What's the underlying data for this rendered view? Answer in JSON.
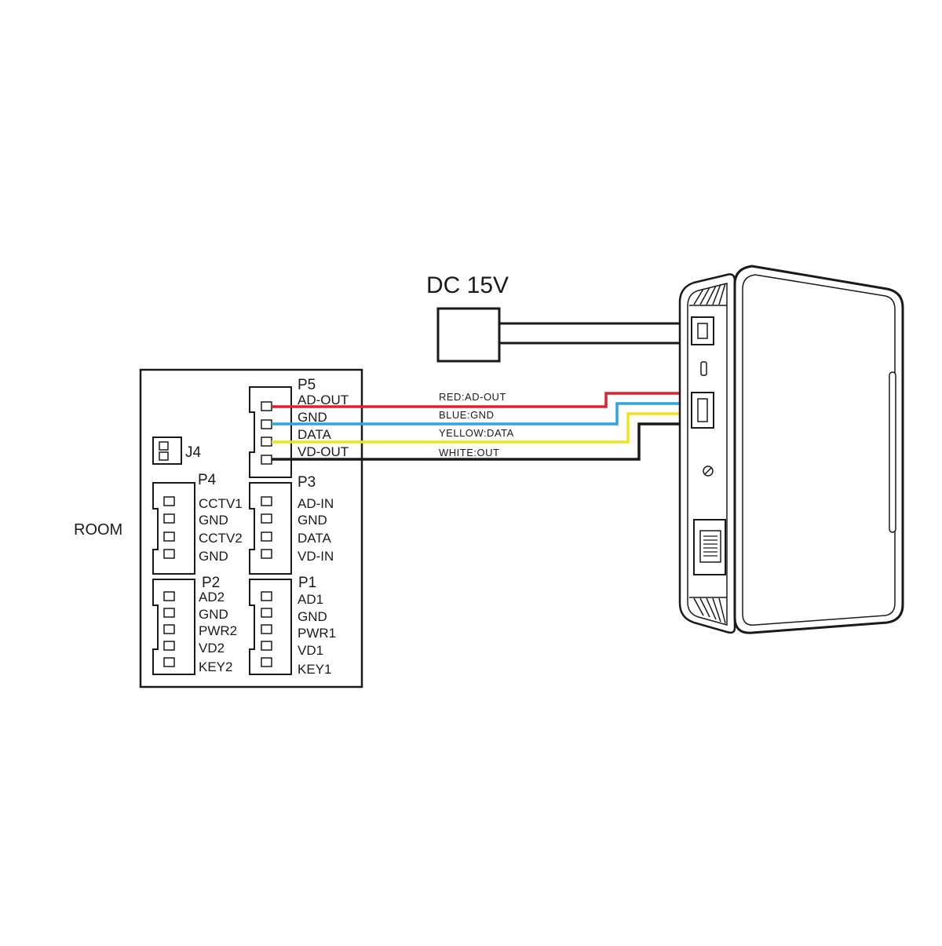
{
  "power": {
    "label": "DC 15V"
  },
  "room_label": "ROOM",
  "connectors": {
    "J4": {
      "name": "J4"
    },
    "P5": {
      "name": "P5",
      "pins": [
        "AD-OUT",
        "GND",
        "DATA",
        "VD-OUT"
      ]
    },
    "P4": {
      "name": "P4",
      "pins": [
        "CCTV1",
        "GND",
        "CCTV2",
        "GND"
      ]
    },
    "P3": {
      "name": "P3",
      "pins": [
        "AD-IN",
        "GND",
        "DATA",
        "VD-IN"
      ]
    },
    "P2": {
      "name": "P2",
      "pins": [
        "AD2",
        "GND",
        "PWR2",
        "VD2",
        "KEY2"
      ]
    },
    "P1": {
      "name": "P1",
      "pins": [
        "AD1",
        "GND",
        "PWR1",
        "VD1",
        "KEY1"
      ]
    }
  },
  "wires": [
    {
      "label": "RED:AD-OUT",
      "color": "#e0202a"
    },
    {
      "label": "BLUE:GND",
      "color": "#2aa6e0"
    },
    {
      "label": "YELLOW:DATA",
      "color": "#f2e21a"
    },
    {
      "label": "WHITE:OUT",
      "color": "#1a1a1a"
    }
  ]
}
